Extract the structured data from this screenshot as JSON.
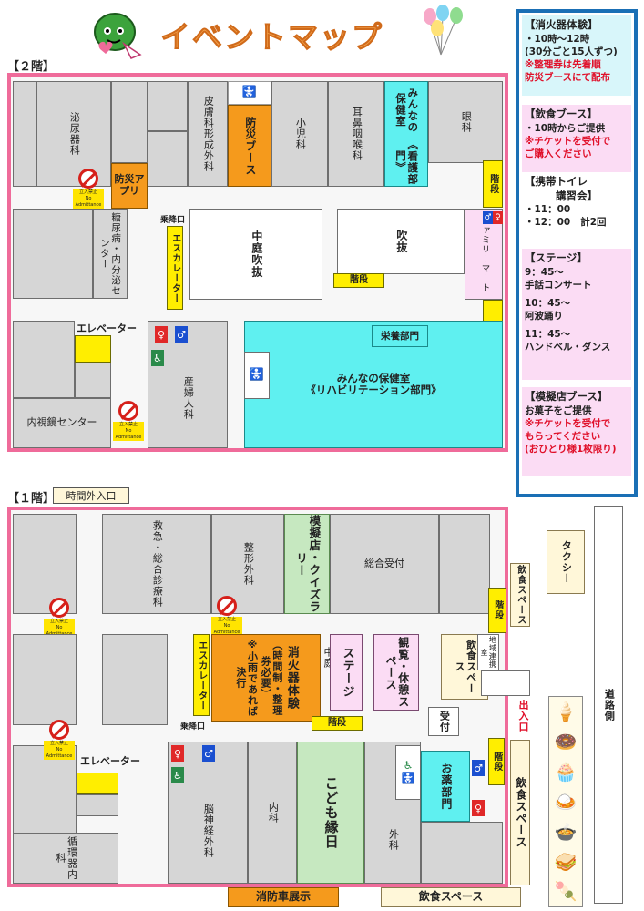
{
  "header": {
    "title": "イベントマップ",
    "floor2_label": "【２階】",
    "floor1_label": "【１階】",
    "night_entrance": "時間外入口"
  },
  "colors": {
    "frame": "#ef6b9a",
    "room_gray": "#d6d6d6",
    "orange": "#f59a1c",
    "cyan": "#5ff0f0",
    "green": "#c6e8c0",
    "yellow": "#ffee00",
    "info_border": "#1a6fb5",
    "notice_red": "#e0102a"
  },
  "signs": {
    "no_entry": "立入禁止",
    "no_entry_en": "No Admittance"
  },
  "floor2": {
    "urology": "泌尿器科",
    "dermatology": "皮膚科",
    "plastic_surgery": "形成外科",
    "disaster_booth": "防災ブース",
    "pediatrics": "小児科",
    "ent": "耳鼻咽喉科",
    "nursing_dept_title": "みんなの保健室",
    "nursing_dept_sub": "《看護部門》",
    "ophthalmology": "眼科",
    "disaster_app": "防災アプリ",
    "stairs": "階段",
    "boarding": "乗降口",
    "diabetes": "糖尿病・内分泌センター",
    "escalator": "エスカレーター",
    "courtyard": "中庭吹抜",
    "atrium": "吹抜",
    "familymart": "ファミリーマート",
    "elevator": "エレベーター",
    "nutrition": "栄養部門",
    "rehab_title": "みんなの保健室",
    "rehab_sub": "《リハビリテーション部門》",
    "obstetrics": "産婦人科",
    "endoscopy": "内視鏡センター"
  },
  "floor1": {
    "emergency": "救急・総合診療科",
    "orthopedics": "整形外科",
    "mock_shop": "模擬店・クイズラリー",
    "reception": "総合受付",
    "regional": "地域連携室",
    "escalator": "エスカレーター",
    "fire_ext_title": "消火器体験",
    "fire_ext_sub1": "（時間制・整理券必要）",
    "fire_ext_sub2": "※小雨であれば決行",
    "courtyard": "中庭",
    "stage": "ステージ",
    "rest_space": "観覧・休憩スペース",
    "food_space": "飲食スペース",
    "reception_desk": "受付",
    "exit": "出入口",
    "boarding": "乗降口",
    "stairs": "階段",
    "elevator": "エレベーター",
    "internal_med": "内科",
    "kids_festival": "こども縁日",
    "pharmacy": "お薬部門",
    "surgery": "外科",
    "neurosurgery": "脳神経外科",
    "cardiology": "循環器内科",
    "fire_truck": "消防車展示",
    "food_space_bottom": "飲食スペース",
    "food_space_right": "飲食スペース",
    "food_space_top": "飲食スペース",
    "taxi": "タクシー",
    "road": "道路側"
  },
  "info_panel": {
    "fire": {
      "title": "【消火器体験】",
      "line1": "・10時～12時",
      "line2": "(30分ごと15人ずつ)",
      "note1": "※整理券は先着順",
      "note2": "防災ブースにて配布"
    },
    "food": {
      "title": "【飲食ブース】",
      "line1": "・10時からご提供",
      "note1": "※チケットを受付で",
      "note2": "ご購入ください"
    },
    "toilet": {
      "title": "【携帯トイレ",
      "title2": "講習会】",
      "line1": "・11：00",
      "line2": "・12：00",
      "total": "計2回"
    },
    "stage": {
      "title": "【ステージ】",
      "t1": "9：45～",
      "p1": "手話コンサート",
      "t2": "10：45～",
      "p2": "阿波踊り",
      "t3": "11：45～",
      "p3": "ハンドベル・ダンス"
    },
    "mock": {
      "title": "【模擬店ブース】",
      "line1": "お菓子をご提供",
      "note1": "※チケットを受付で",
      "note2": "もらってください",
      "note3": "(おひとり様1枚限り)"
    }
  }
}
